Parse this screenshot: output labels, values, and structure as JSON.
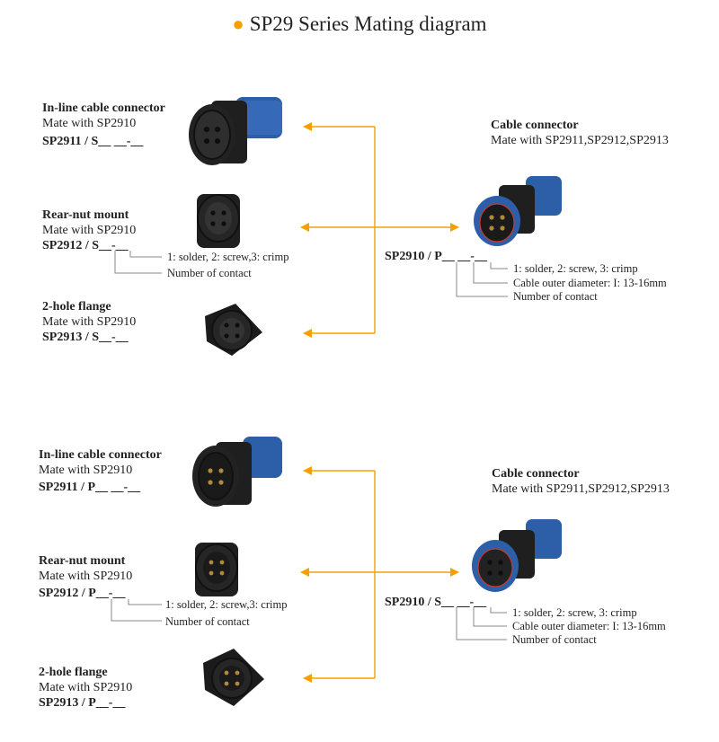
{
  "title": "SP29 Series Mating diagram",
  "colors": {
    "accent": "#f5a000",
    "connector_body": "#1c1c1c",
    "connector_nut": "#2d5fa8"
  },
  "section_top": {
    "left_items": [
      {
        "heading": "In-line cable connector",
        "mate": "Mate with  SP2910",
        "code": "SP2911 / S__  __-__"
      },
      {
        "heading": "Rear-nut mount",
        "mate": "Mate with  SP2910",
        "code": "SP2912 / S__-__",
        "note1": "1: solder, 2: screw,3: crimp",
        "note2": "Number of contact"
      },
      {
        "heading": "2-hole flange",
        "mate": "Mate with  SP2910",
        "code": "SP2913 / S__-__"
      }
    ],
    "right": {
      "heading": "Cable connector",
      "mate": "Mate with  SP2911,SP2912,SP2913",
      "code": "SP2910 / P__  __-__",
      "note1": "1: solder, 2: screw, 3: crimp",
      "note2": "Cable outer  diameter: I: 13-16mm",
      "note3": "Number of contact"
    }
  },
  "section_bottom": {
    "left_items": [
      {
        "heading": "In-line cable connector",
        "mate": "Mate with  SP2910",
        "code": "SP2911 / P__  __-__"
      },
      {
        "heading": "Rear-nut mount",
        "mate": "Mate with  SP2910",
        "code": "SP2912 / P__-__",
        "note1": "1: solder, 2: screw,3: crimp",
        "note2": "Number of contact"
      },
      {
        "heading": "2-hole flange",
        "mate": "Mate with  SP2910",
        "code": "SP2913 / P__-__"
      }
    ],
    "right": {
      "heading": "Cable connector",
      "mate": "Mate with  SP2911,SP2912,SP2913",
      "code": "SP2910 / S__  __-__",
      "note1": "1: solder, 2: screw, 3: crimp",
      "note2": "Cable outer  diameter: I: 13-16mm",
      "note3": "Number of contact"
    }
  }
}
